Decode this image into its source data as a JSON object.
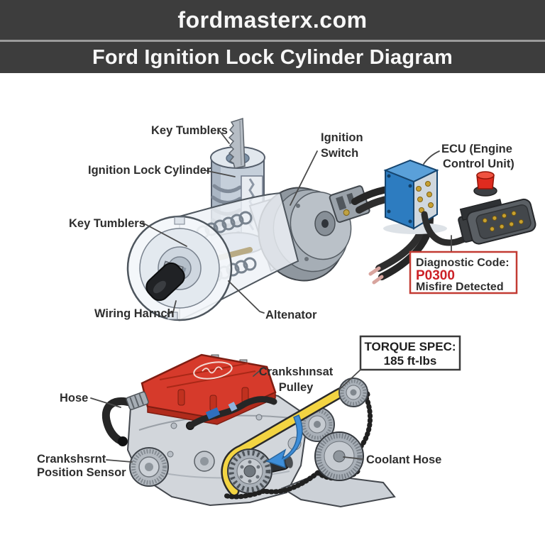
{
  "header": {
    "site": "fordmasterx.com",
    "title": "Ford Ignition Lock Cylinder Diagram"
  },
  "top": {
    "labels": {
      "key_tumblers_top": "Key Tumblers",
      "ignition_lock_cylinder": "Ignition Lock Cylinder",
      "key_tumblers_side": "Key Tumblers",
      "wiring_harness": "Wiring Harnch",
      "alternator": "Altenator",
      "ignition_switch_1": "Ignition",
      "ignition_switch_2": "Switch",
      "ecu_1": "ECU (Engine",
      "ecu_2": "Control Unit)"
    },
    "diagnostic_box": {
      "heading": "Diagnostic Code:",
      "code": "P0300",
      "description": "Misfire Detected"
    }
  },
  "bottom": {
    "torque_box": {
      "line1": "TORQUE SPEC:",
      "line2": "185 ft-lbs"
    },
    "labels": {
      "crank_pulley_1": "Crankshınsat",
      "crank_pulley_2": "Pulley",
      "hose": "Hose",
      "crank_sensor_1": "Crankshsrnt",
      "crank_sensor_2": "Position Sensor",
      "coolant_hose": "Coolant Hose"
    }
  },
  "colors": {
    "header_bg": "#3d3d3d",
    "header_text": "#f7f7f7",
    "divider": "#9b9b9b",
    "label_text": "#2e2e2e",
    "leader_line": "#4a4a4a",
    "diagnostic_border": "#c23b33",
    "diagnostic_code_red": "#cc2127",
    "torque_border": "#3a3a3a",
    "ecu_blue": "#2d7cc0",
    "valve_cover_red": "#d63a2b",
    "belt_yellow": "#f3d442",
    "arrow_blue": "#3e8ed9"
  }
}
